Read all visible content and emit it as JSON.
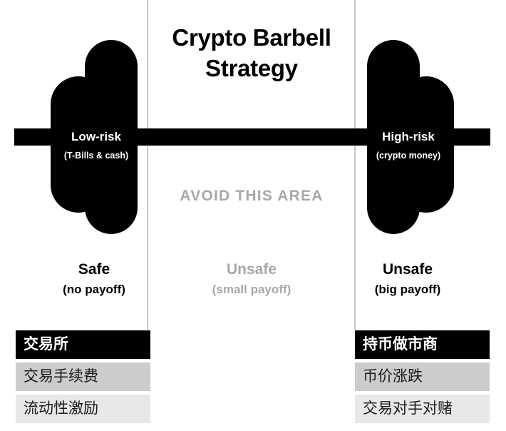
{
  "title": "Crypto Barbell Strategy",
  "barbell": {
    "left_plate": {
      "label": "Low-risk",
      "sublabel": "(T-Bills & cash)"
    },
    "right_plate": {
      "label": "High-risk",
      "sublabel": "(crypto money)"
    },
    "center_warning": "AVOID THIS AREA"
  },
  "outcomes": {
    "left": {
      "headline": "Safe",
      "payoff": "(no payoff)"
    },
    "center": {
      "headline": "Unsafe",
      "payoff": "(small payoff)"
    },
    "right": {
      "headline": "Unsafe",
      "payoff": "(big payoff)"
    }
  },
  "tables": {
    "left": {
      "header": "交易所",
      "rows": [
        "交易手续费",
        "流动性激励"
      ]
    },
    "right": {
      "header": "持币做市商",
      "rows": [
        "币价涨跌",
        "交易对手对赌"
      ]
    }
  },
  "colors": {
    "ink": "#000000",
    "muted": "#a8a8a8",
    "divider": "#c6c6c6",
    "row_alt": "#cccccc",
    "row_plain": "#e8e8e8",
    "background": "#ffffff"
  }
}
